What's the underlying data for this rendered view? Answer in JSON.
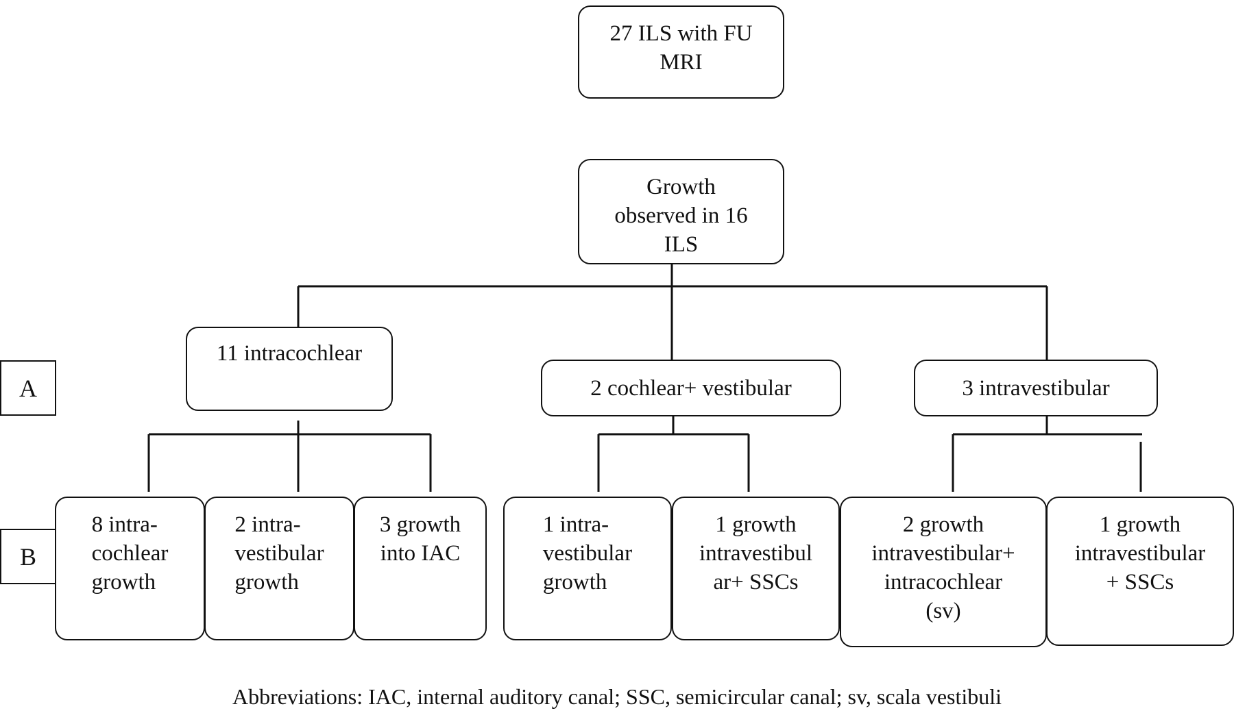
{
  "nodes": {
    "root": "27 ILS with FU\nMRI",
    "growth": "Growth\nobserved in 16\nILS",
    "intracochlear": "11 intracochlear",
    "cochlear_vestibular": "2 cochlear+ vestibular",
    "intravestibular": "3 intravestibular"
  },
  "row_labels": {
    "a": "A",
    "b": "B"
  },
  "leaves": [
    "8  intra-\ncochlear\ngrowth",
    "2  intra-\nvestibular\ngrowth",
    "3 growth\ninto IAC",
    "1 intra-\nvestibular\ngrowth",
    "1 growth\nintravestibul\nar+ SSCs",
    "2 growth\nintravestibular+\nintracochlear\n(sv)",
    "1 growth\nintravestibular\n+ SSCs"
  ],
  "footnote": "Abbreviations: IAC, internal auditory canal; SSC, semicircular canal; sv, scala vestibuli"
}
